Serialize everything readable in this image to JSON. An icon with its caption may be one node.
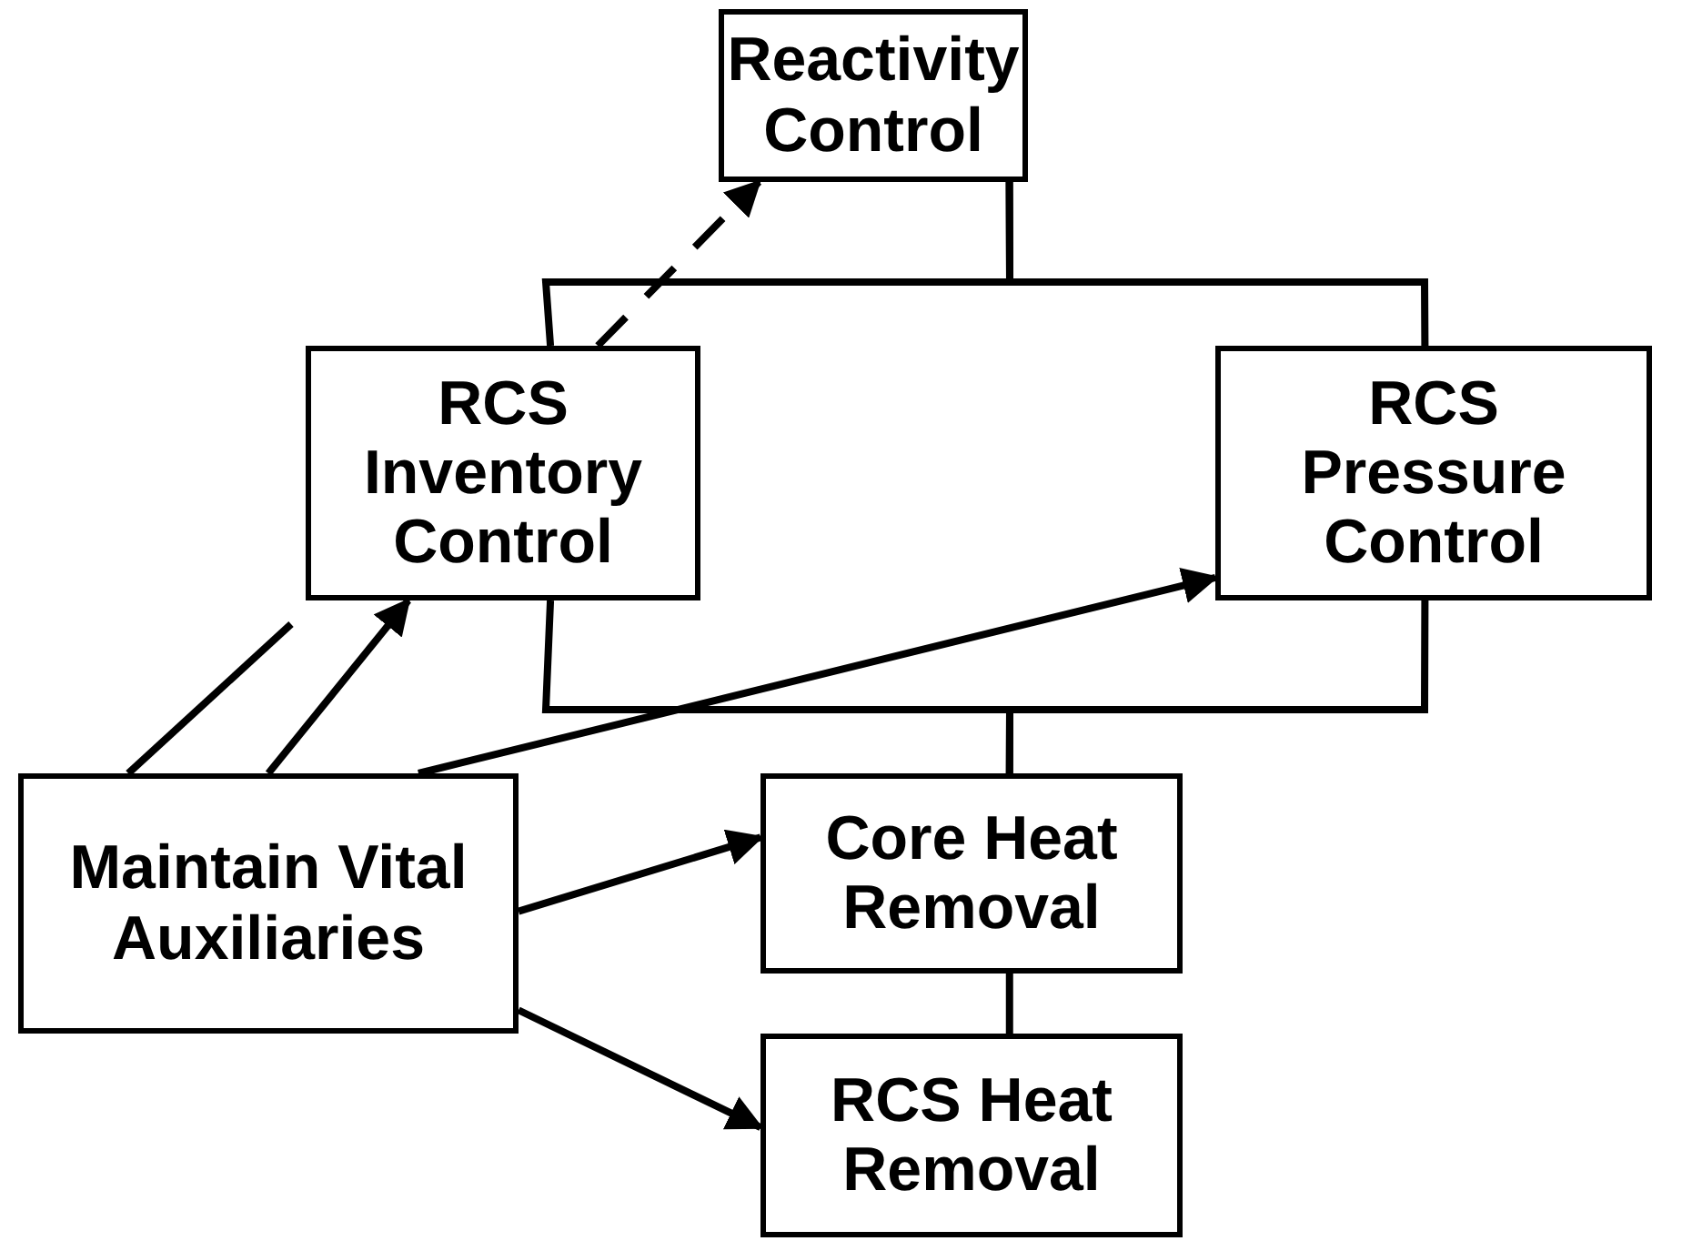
{
  "diagram": {
    "nodes": [
      {
        "text": [
          "Reactivity Control"
        ]
      },
      {
        "text": [
          "RCS Inventory Control"
        ]
      },
      {
        "text": [
          "RCS Pressure Control"
        ]
      },
      {
        "text": [
          "Maintain Vital Auxiliaries"
        ]
      },
      {
        "text": [
          "Core Heat Removal"
        ]
      },
      {
        "text": [
          "RCS Heat Removal"
        ]
      }
    ],
    "edges": [
      {
        "from": 0,
        "to": 1,
        "arrow": "none"
      },
      {
        "from": 0,
        "to": 2,
        "arrow": "none"
      },
      {
        "from": 1,
        "to": 4,
        "arrow": "none"
      },
      {
        "from": 2,
        "to": 4,
        "arrow": "none"
      },
      {
        "from": 4,
        "to": 5,
        "arrow": "none"
      },
      {
        "from": 1,
        "to": 0,
        "arrow": "to",
        "style": "dashed"
      },
      {
        "from": 3,
        "to": null,
        "arrow": "none"
      },
      {
        "from": 3,
        "to": 1,
        "arrow": "to"
      },
      {
        "from": 3,
        "to": 2,
        "arrow": "to"
      },
      {
        "from": 3,
        "to": 4,
        "arrow": "to"
      },
      {
        "from": 3,
        "to": 5,
        "arrow": "to"
      }
    ]
  }
}
